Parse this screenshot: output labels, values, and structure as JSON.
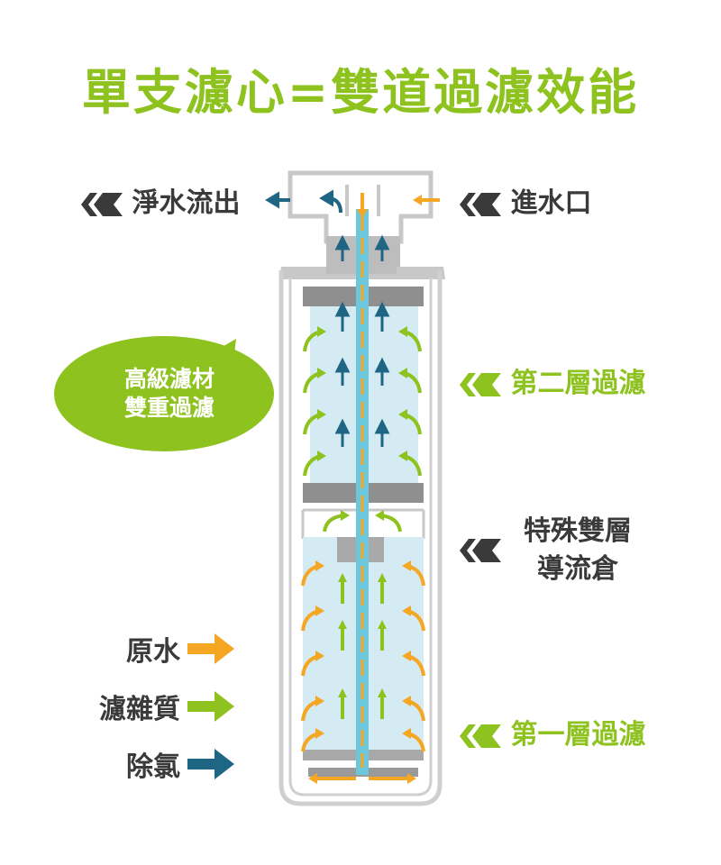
{
  "title": "單支濾心=雙道過濾效能",
  "labels": {
    "outlet": "淨水流出",
    "inlet": "進水口",
    "stage2": "第二層過濾",
    "chamber_line1": "特殊雙層",
    "chamber_line2": "導流倉",
    "stage1": "第一層過濾",
    "bubble_line1": "高級濾材",
    "bubble_line2": "雙重過濾"
  },
  "legend": [
    {
      "label": "原水",
      "color": "#f5a623"
    },
    {
      "label": "濾雜質",
      "color": "#8dc21f"
    },
    {
      "label": "除氯",
      "color": "#1f6584"
    }
  ],
  "colors": {
    "brand_green": "#8dc21f",
    "raw_water_orange": "#f5a623",
    "chlorine_blue": "#1f6584",
    "center_tube": "#6cc6dc",
    "media_fill": "#d4ebf3",
    "housing_gray": "#c8c8c8"
  }
}
